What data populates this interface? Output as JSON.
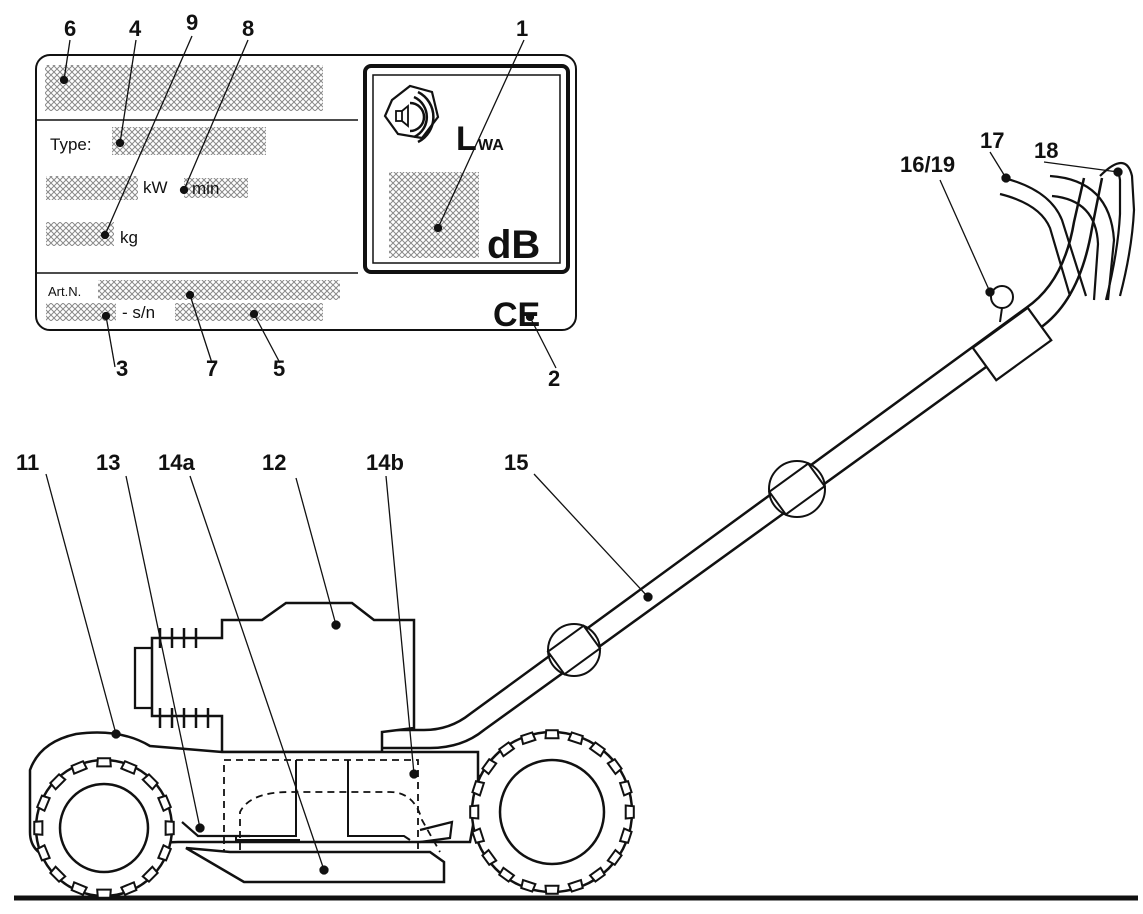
{
  "plate": {
    "type_label": "Type:",
    "kw_label": "kW",
    "min_label": "min",
    "kg_label": "kg",
    "art_label": "Art.N.",
    "sn_label": "- s/n",
    "lwa_main": "L",
    "lwa_sub": "WA",
    "db_label": "dB",
    "ce_mark": "CE"
  },
  "callouts": {
    "c1": "1",
    "c2": "2",
    "c3": "3",
    "c4": "4",
    "c5": "5",
    "c6": "6",
    "c7": "7",
    "c8": "8",
    "c9": "9",
    "c11": "11",
    "c12": "12",
    "c13": "13",
    "c14a": "14a",
    "c14b": "14b",
    "c15": "15",
    "c16_19": "16/19",
    "c17": "17",
    "c18": "18"
  },
  "colors": {
    "ink": "#111111",
    "hatch": "#8a8a8a",
    "background": "#ffffff"
  }
}
